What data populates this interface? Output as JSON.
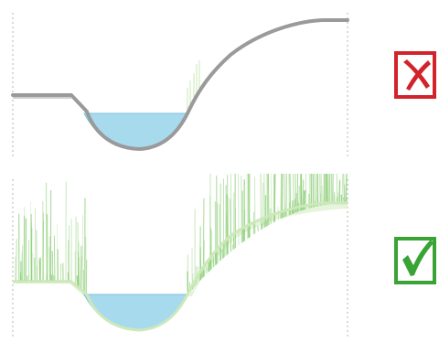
{
  "panels": [
    {
      "id": "before",
      "status": "incorrect",
      "status_icon": "cross-mark-icon",
      "status_color": "#d2232a"
    },
    {
      "id": "after",
      "status": "correct",
      "status_icon": "check-mark-icon",
      "status_color": "#3aa335"
    }
  ],
  "colors": {
    "water": "#a8daee",
    "water_edge": "#7cc3de",
    "ground_line": "#9a9a9a",
    "vegetation": "#8fcf7a",
    "vegetation_light": "#c9e8b5",
    "guide": "#b5b5b5"
  }
}
